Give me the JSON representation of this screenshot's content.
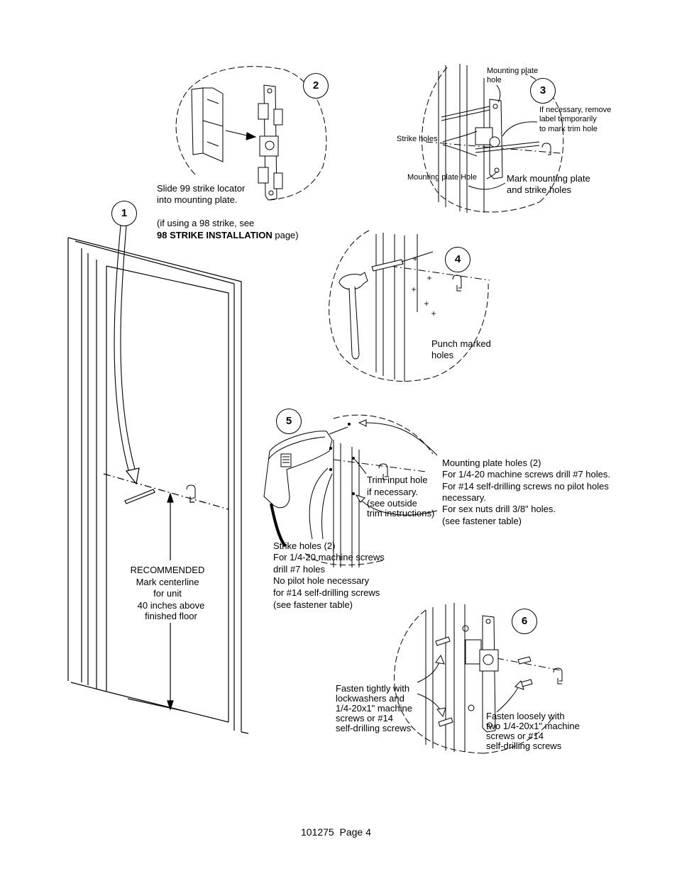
{
  "steps": [
    {
      "number": "1"
    },
    {
      "number": "2"
    },
    {
      "number": "3"
    },
    {
      "number": "4"
    },
    {
      "number": "5"
    },
    {
      "number": "6"
    }
  ],
  "step2": {
    "caption_line1": "Slide 99 strike locator",
    "caption_line2": "into mounting plate.",
    "note_line1": "(if using a 98 strike, see",
    "note_bold": "98 STRIKE INSTALLATION",
    "note_tail": " page)"
  },
  "step3": {
    "mounting_plate_hole_top_1": "Mounting plate",
    "mounting_plate_hole_top_2": "hole",
    "label_note_1": "If necessary, remove",
    "label_note_2": "label temporarily",
    "label_note_3": "to mark trim hole",
    "strike_holes": "Strike holes",
    "mounting_plate_hole_bottom": "Mounting plate Hole",
    "caption_1": "Mark mounting plate",
    "caption_2": "and strike holes"
  },
  "step4": {
    "caption_1": "Punch marked",
    "caption_2": "holes"
  },
  "step5": {
    "trim_1": "Trim input hole",
    "trim_2": "if necessary.",
    "trim_3": "(see outside",
    "trim_4": "trim instructions)",
    "mounting_1": "Mounting plate holes (2)",
    "mounting_2": "For 1/4-20 machine screws drill #7 holes.",
    "mounting_3": "For #14 self-drilling screws no pilot holes",
    "mounting_4": "necessary.",
    "mounting_5": "For sex nuts drill 3/8\" holes.",
    "mounting_6": "(see fastener table)",
    "strike_1": "Strike holes (2)",
    "strike_2": "For 1/4-20 machine screws",
    "strike_3": "drill #7 holes",
    "strike_4": "No pilot hole necessary",
    "strike_5": "for #14 self-drilling screws",
    "strike_6": "(see fastener table)"
  },
  "step1": {
    "line1": "RECOMMENDED",
    "line2": "Mark centerline",
    "line3": "for unit",
    "line4": "40 inches above",
    "line5": "finished floor"
  },
  "step6": {
    "tight_1": "Fasten tightly with",
    "tight_2": "lockwashers and",
    "tight_3": "1/4-20x1\" machine",
    "tight_4": "screws or #14",
    "tight_5": "self-drilling screws",
    "loose_1": "Fasten loosely with",
    "loose_2": "two 1/4-20x1\" machine",
    "loose_3": "screws or #14",
    "loose_4": "self-drilling screws"
  },
  "footer": "101275  Page 4"
}
